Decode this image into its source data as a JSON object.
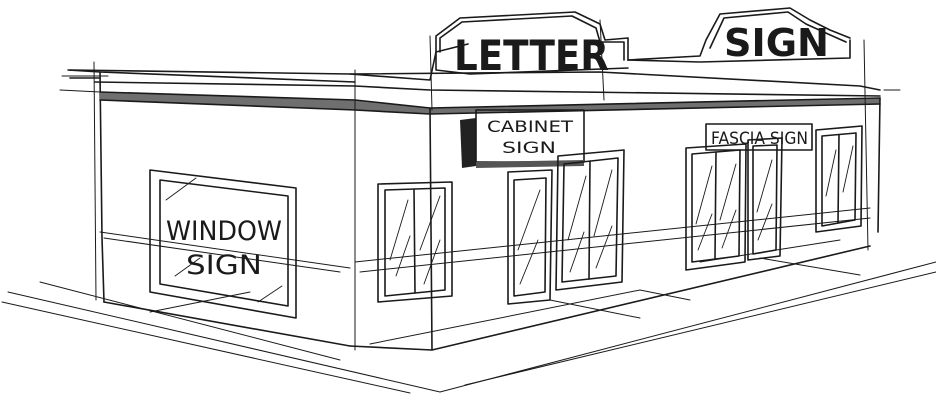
{
  "signs": {
    "letter": "LETTER",
    "sign": "SIGN",
    "cabinet_line1": "CABINET",
    "cabinet_line2": "SIGN",
    "fascia": "FASCIA SIGN",
    "window_line1": "WINDOW",
    "window_line2": "SIGN"
  }
}
